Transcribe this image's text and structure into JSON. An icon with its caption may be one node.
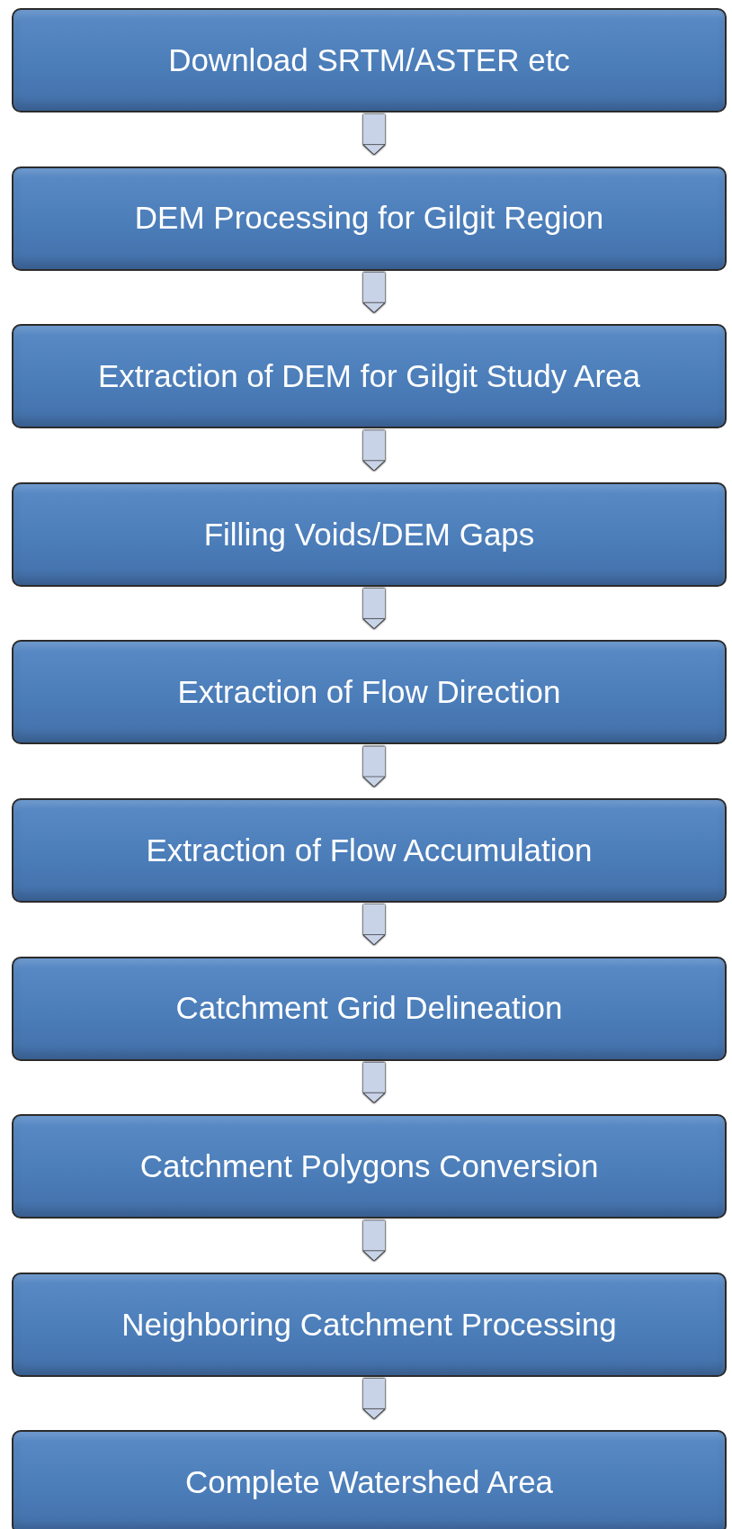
{
  "diagram": {
    "nodes": [
      {
        "text": [
          "Download SRTM/ASTER etc"
        ]
      },
      {
        "text": [
          "DEM Processing for Gilgit Region"
        ]
      },
      {
        "text": [
          "Extraction of DEM for Gilgit Study Area"
        ]
      },
      {
        "text": [
          "Filling Voids/DEM Gaps"
        ]
      },
      {
        "text": [
          "Extraction of Flow Direction"
        ]
      },
      {
        "text": [
          "Extraction of Flow Accumulation"
        ]
      },
      {
        "text": [
          "Catchment Grid Delineation"
        ]
      },
      {
        "text": [
          "Catchment Polygons Conversion"
        ]
      },
      {
        "text": [
          "Neighboring Catchment Processing"
        ]
      },
      {
        "text": [
          "Complete Watershed Area"
        ]
      }
    ],
    "edges": [
      {
        "from": 0,
        "to": 1,
        "arrow": "to"
      },
      {
        "from": 1,
        "to": 2,
        "arrow": "to"
      },
      {
        "from": 2,
        "to": 3,
        "arrow": "to"
      },
      {
        "from": 3,
        "to": 4,
        "arrow": "to"
      },
      {
        "from": 4,
        "to": 5,
        "arrow": "to"
      },
      {
        "from": 5,
        "to": 6,
        "arrow": "to"
      },
      {
        "from": 6,
        "to": 7,
        "arrow": "to"
      },
      {
        "from": 7,
        "to": 8,
        "arrow": "to"
      },
      {
        "from": 8,
        "to": 9,
        "arrow": "to"
      }
    ]
  }
}
